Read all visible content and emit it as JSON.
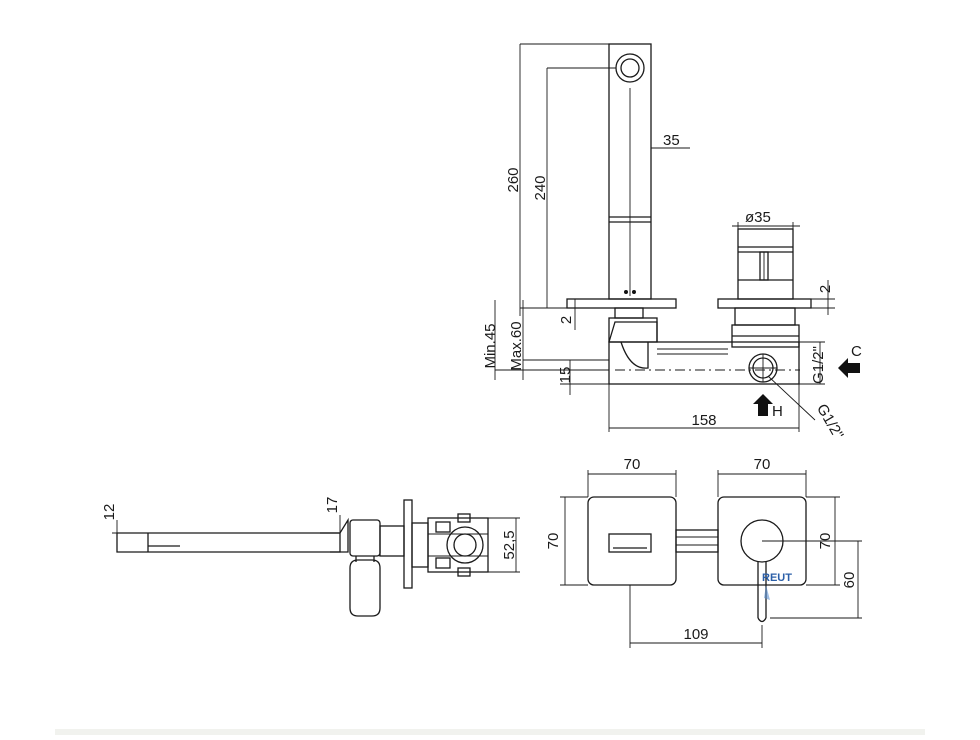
{
  "dimensions": {
    "d260": "260",
    "d240": "240",
    "d35": "35",
    "dia35": "ø35",
    "d2_right": "2",
    "d2_left": "2",
    "min45": "Min.45",
    "max60": "Max.60",
    "d15": "15",
    "g12_cold": "G1/2\"",
    "c": "C",
    "h": "H",
    "g12_hot": "G1/2\"",
    "d158": "158",
    "d12": "12",
    "d17": "17",
    "d52_5": "52,5",
    "d70_top_left": "70",
    "d70_top_right": "70",
    "d70_left": "70",
    "d70_right": "70",
    "d60": "60",
    "d109": "109"
  },
  "watermark": "REUT"
}
